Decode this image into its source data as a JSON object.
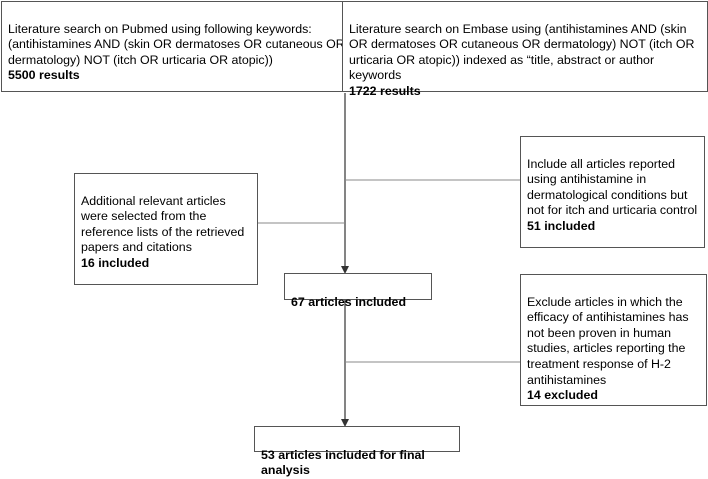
{
  "boxes": {
    "pubmed": {
      "text": "Literature search on Pubmed using following keywords:\n(antihistamines AND (skin OR dermatoses OR cutaneous OR dermatology) NOT (itch OR urticaria OR atopic))",
      "count": "5500 results"
    },
    "embase": {
      "text": "Literature search on Embase using (antihistamines AND (skin OR dermatoses OR cutaneous OR dermatology) NOT (itch OR urticaria OR atopic)) indexed as “title, abstract or author keywords",
      "count": "1722 results"
    },
    "include": {
      "text": "Include all articles reported using antihistamine in dermatological conditions but not for itch and urticaria control",
      "count": "51 included"
    },
    "additional": {
      "text": "Additional relevant articles were selected from the reference lists of the retrieved papers and citations",
      "count": "16 included"
    },
    "included67": {
      "text": "67 articles included"
    },
    "exclude": {
      "text": "Exclude articles in which the efficacy of antihistamines has not been proven in human studies, articles reporting the treatment response of H-2 antihistamines",
      "count": "14 excluded"
    },
    "final": {
      "text": "53 articles included for final analysis"
    }
  },
  "colors": {
    "border": "#555555",
    "line": "#888888",
    "arrow": "#333333"
  }
}
